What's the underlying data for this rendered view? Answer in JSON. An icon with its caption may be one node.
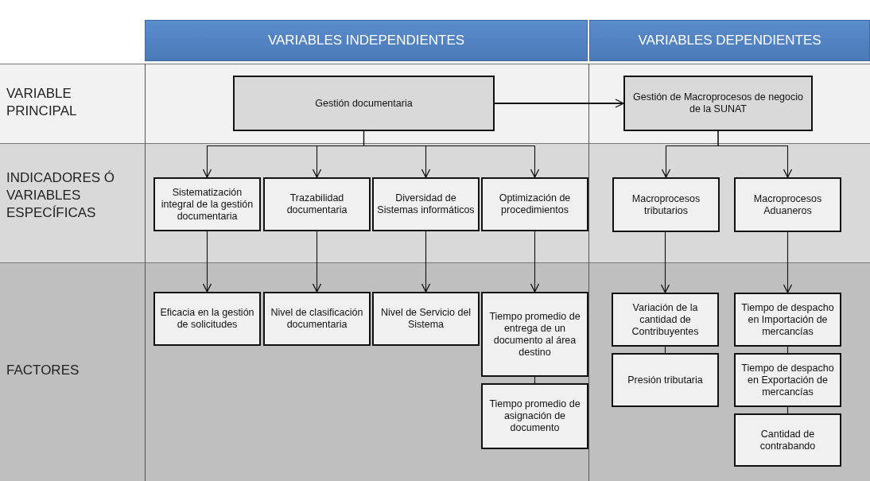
{
  "diagram": {
    "nodes": [
      {
        "text": [
          "Gestión documentaria"
        ]
      },
      {
        "text": [
          "Gestión de Macroprocesos de negocio de la SUNAT"
        ]
      },
      {
        "text": [
          "Sistematización integral de la gestión documentaria"
        ]
      },
      {
        "text": [
          "Trazabilidad documentaria"
        ]
      },
      {
        "text": [
          "Diversidad de Sistemas informáticos"
        ]
      },
      {
        "text": [
          "Optimización de procedimientos"
        ]
      },
      {
        "text": [
          "Macroprocesos tributarios"
        ]
      },
      {
        "text": [
          "Macroprocesos Aduaneros"
        ]
      },
      {
        "text": [
          "Eficacia en la gestión de solicitudes"
        ]
      },
      {
        "text": [
          "Nivel de clasificación documentaria"
        ]
      },
      {
        "text": [
          "Nivel de Servicio del Sistema"
        ]
      },
      {
        "text": [
          "Tiempo promedio de entrega de un documento al área destino"
        ]
      },
      {
        "text": [
          "Tiempo promedio de asignación de documento"
        ]
      },
      {
        "text": [
          "Variación de la cantidad de Contribuyentes"
        ]
      },
      {
        "text": [
          "Presión tributaria"
        ]
      },
      {
        "text": [
          "Tiempo de despacho en Importación de mercancías"
        ]
      },
      {
        "text": [
          "Tiempo de despacho en Exportación de mercancías"
        ]
      },
      {
        "text": [
          "Cantidad de contrabando"
        ]
      }
    ],
    "edges": [
      {
        "from": 0,
        "to": 1,
        "arrow": "to"
      },
      {
        "from": 0,
        "to": 2,
        "arrow": "to"
      },
      {
        "from": 0,
        "to": 3,
        "arrow": "to"
      },
      {
        "from": 0,
        "to": 4,
        "arrow": "to"
      },
      {
        "from": 0,
        "to": 5,
        "arrow": "to"
      },
      {
        "from": 1,
        "to": 6,
        "arrow": "to"
      },
      {
        "from": 1,
        "to": 7,
        "arrow": "to"
      },
      {
        "from": 2,
        "to": 8,
        "arrow": "to"
      },
      {
        "from": 3,
        "to": 9,
        "arrow": "to"
      },
      {
        "from": 4,
        "to": 10,
        "arrow": "to"
      },
      {
        "from": 5,
        "to": 11,
        "arrow": "to"
      },
      {
        "from": 11,
        "to": 12,
        "arrow": "none"
      },
      {
        "from": 6,
        "to": 13,
        "arrow": "to"
      },
      {
        "from": 13,
        "to": 14,
        "arrow": "none"
      },
      {
        "from": 7,
        "to": 15,
        "arrow": "to"
      },
      {
        "from": 15,
        "to": 16,
        "arrow": "none"
      },
      {
        "from": 16,
        "to": 17,
        "arrow": "none"
      }
    ],
    "labels": [
      "VARIABLES INDEPENDIENTES",
      "VARIABLES DEPENDIENTES",
      "VARIABLE PRINCIPAL",
      "INDICADORES Ó VARIABLES ESPECÍFICAS",
      "FACTORES"
    ]
  }
}
